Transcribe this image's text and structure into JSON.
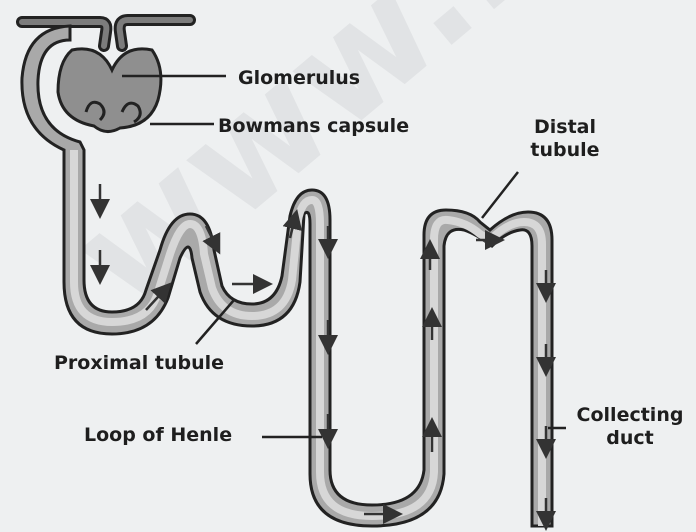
{
  "labels": {
    "glomerulus": "Glomerulus",
    "bowmans_capsule": "Bowmans capsule",
    "distal_tubule_line1": "Distal",
    "distal_tubule_line2": "tubule",
    "proximal_tubule": "Proximal tubule",
    "loop_of_henle": "Loop of Henle",
    "collecting_duct_line1": "Collecting",
    "collecting_duct_line2": "duct"
  },
  "watermark": "www.Padasalai",
  "colors": {
    "background": "#eef0f1",
    "outline": "#222222",
    "tubule_fill": "#a9a9a9",
    "tubule_lumen": "#d7d7d7",
    "glomerulus_fill": "#8f8f8f"
  }
}
